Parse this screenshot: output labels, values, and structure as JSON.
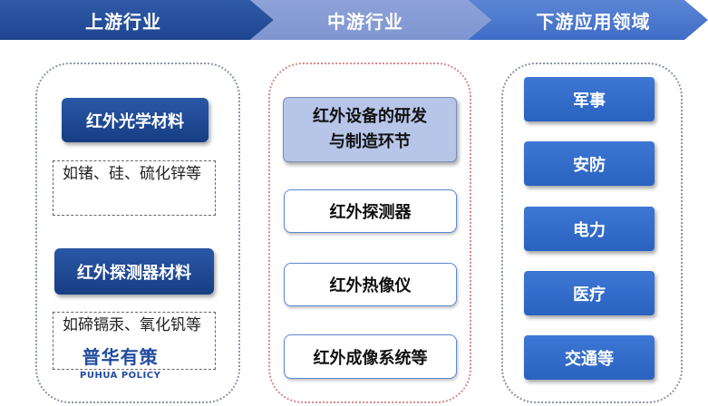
{
  "headers": {
    "upstream": "上游行业",
    "midstream": "中游行业",
    "downstream": "下游应用领域"
  },
  "upstream": {
    "optical_title": "红外光学材料",
    "optical_desc": "如锗、硅、硫化锌等",
    "detector_title": "红外探测器材料",
    "detector_desc": "如碲镉汞、氧化钒等"
  },
  "midstream": {
    "rnd_line1": "红外设备的研发",
    "rnd_line2": "与制造环节",
    "detector": "红外探测器",
    "thermal": "红外热像仪",
    "imaging": "红外成像系统等"
  },
  "downstream": {
    "military": "军事",
    "security": "安防",
    "power": "电力",
    "medical": "医疗",
    "traffic": "交通等"
  },
  "watermark": {
    "cn": "普华有策",
    "en": "PUHUA POLICY"
  }
}
